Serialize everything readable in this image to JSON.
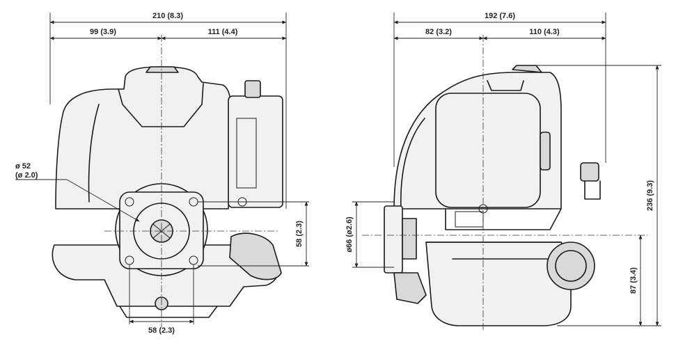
{
  "front_view": {
    "overall_width": "210 (8.3)",
    "left_width": "99 (3.9)",
    "right_width": "111 (4.4)",
    "bolt_spacing_horizontal": "58 (2.3)",
    "bolt_spacing_vertical": "58 (2.3)",
    "bore_dia_line1": "ø 52",
    "bore_dia_line2": "(ø 2.0)"
  },
  "side_view": {
    "overall_depth": "192 (7.6)",
    "left_depth": "82 (3.2)",
    "right_depth": "110 (4.3)",
    "height": "236 (9.3)",
    "shaft_height": "87 (3.4)",
    "shaft_dia": "ø66 (ø2.6)"
  },
  "colors": {
    "line": "#1a1a1a",
    "fill_light": "#f1f1f1",
    "fill_dark": "#d9d9d9"
  }
}
